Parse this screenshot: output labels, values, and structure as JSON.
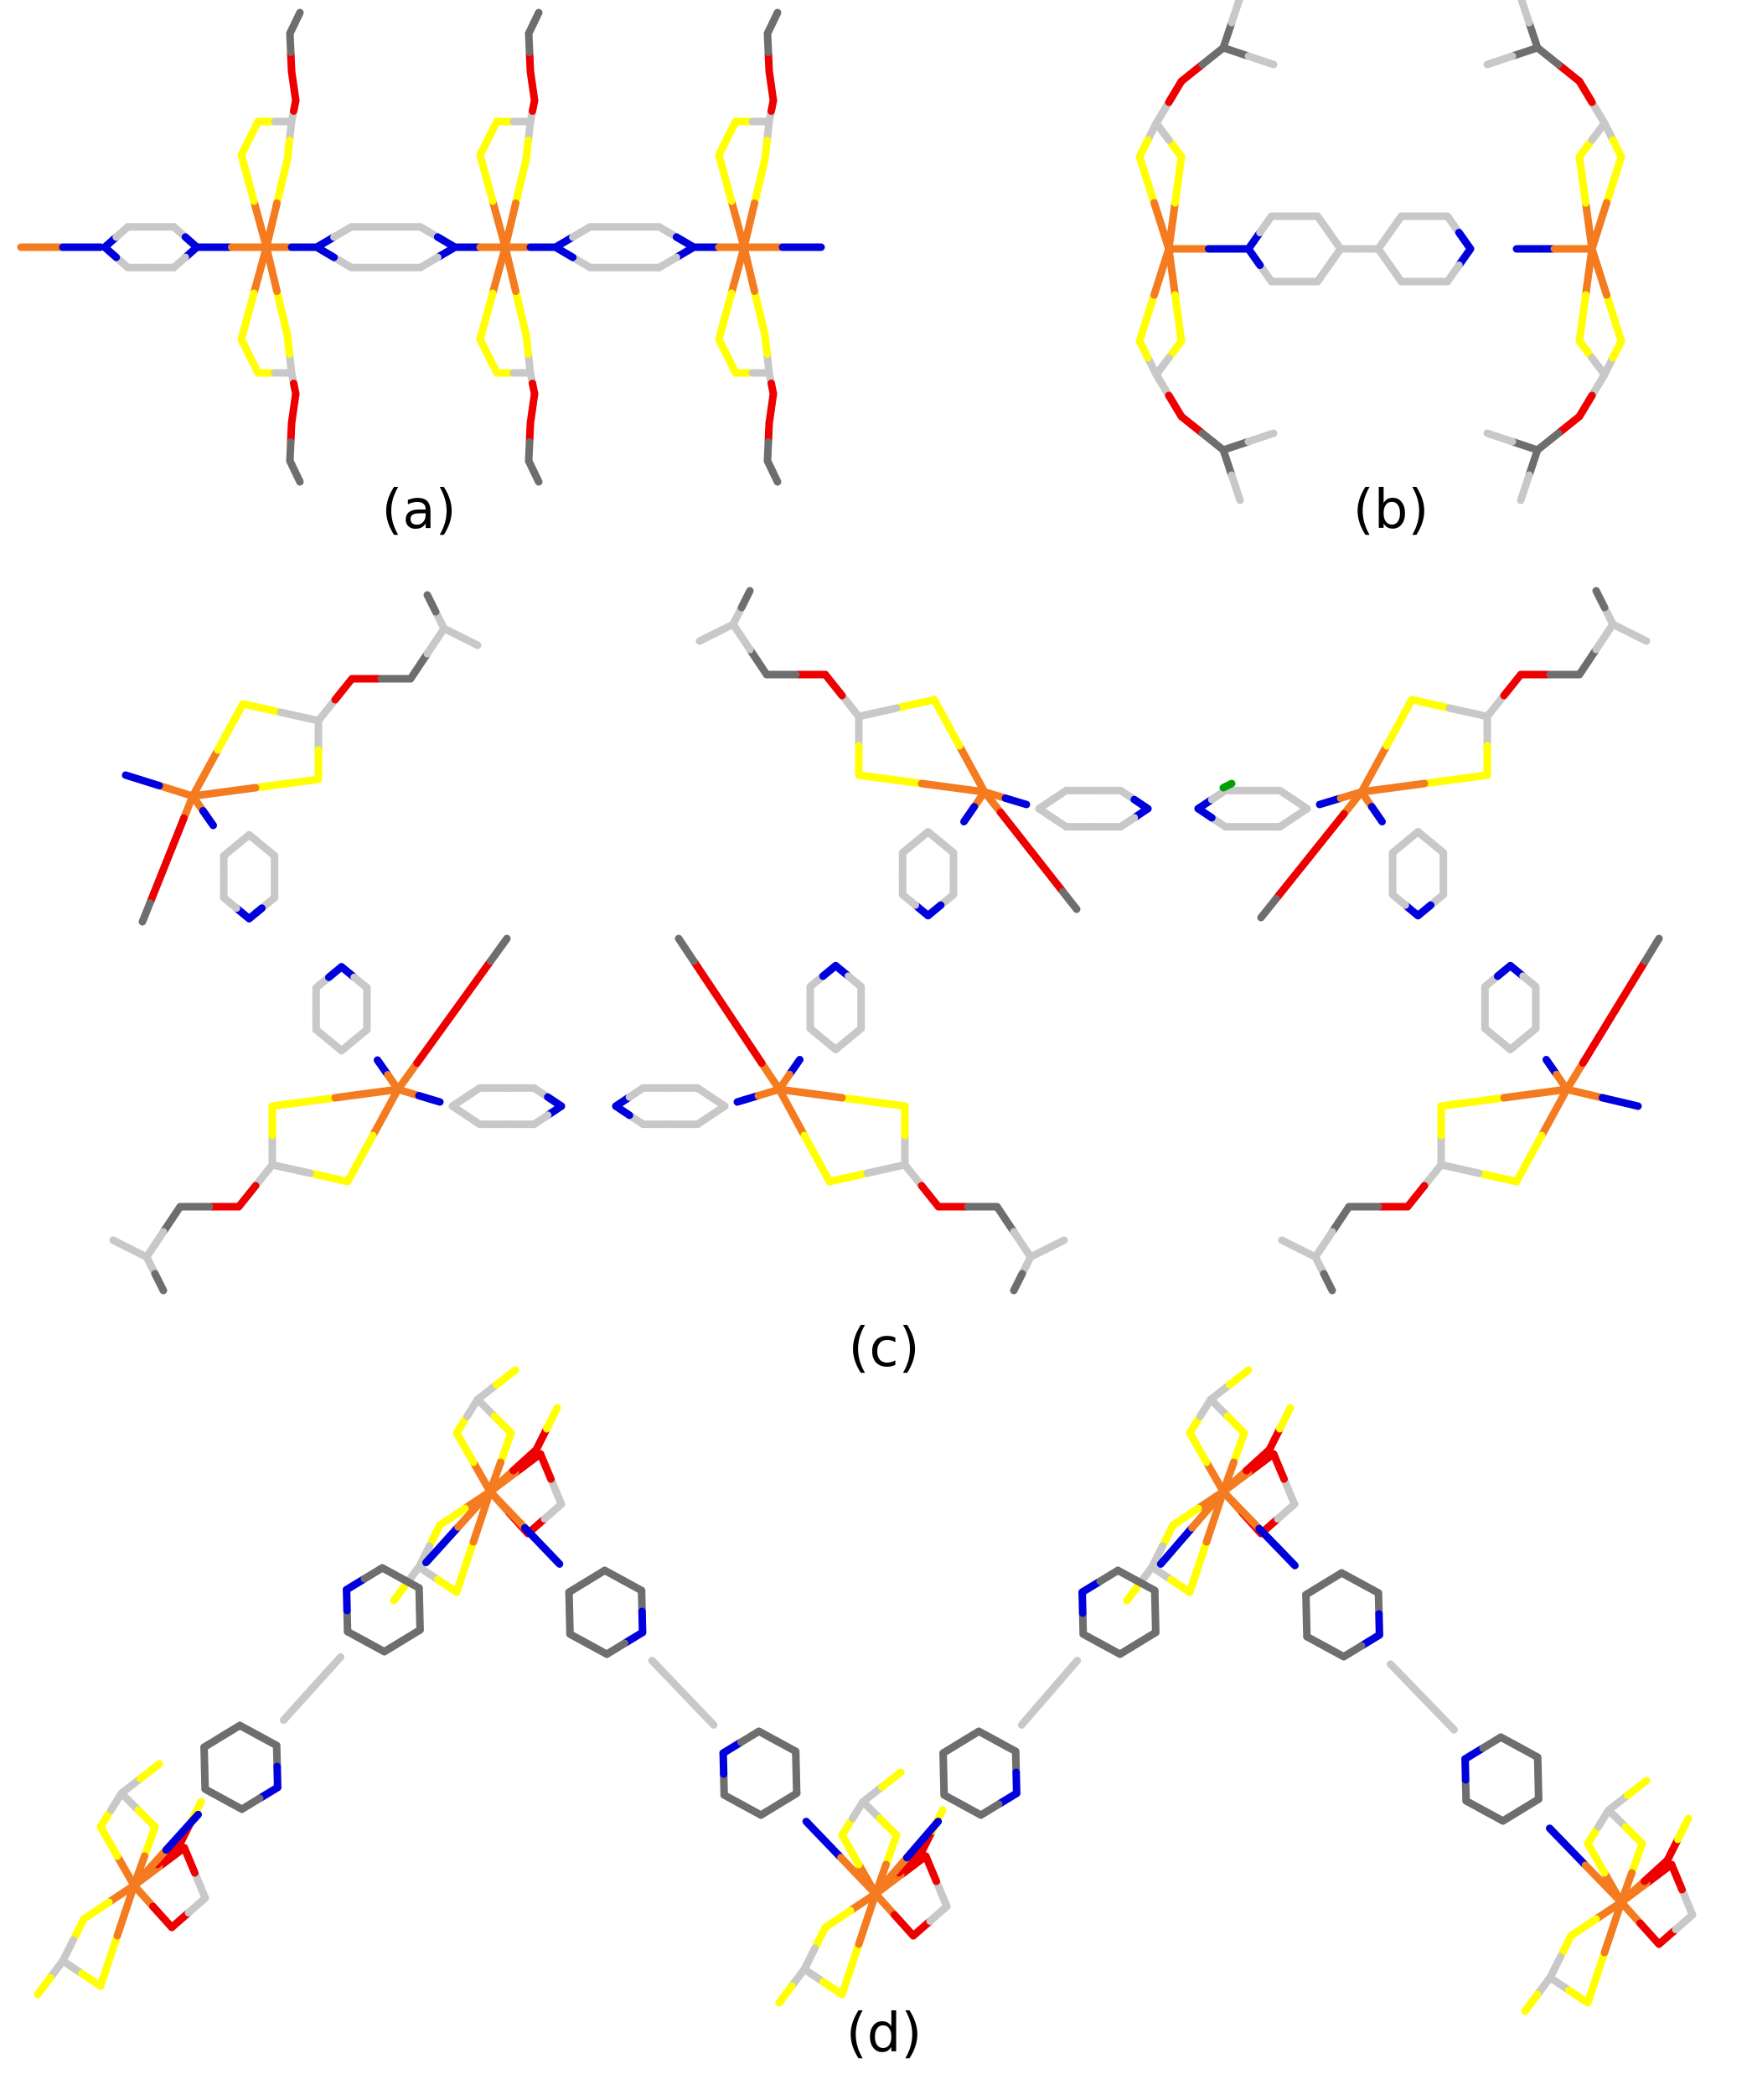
{
  "figure": {
    "panels": [
      {
        "id": "a",
        "label": "(a)"
      },
      {
        "id": "b",
        "label": "(b)"
      },
      {
        "id": "c",
        "label": "(c)"
      },
      {
        "id": "d",
        "label": "(d)"
      }
    ],
    "colors": {
      "metal": "#f47b20",
      "sulfur": "#ffff00",
      "oxygen": "#ee0000",
      "nitrogen": "#0000dd",
      "carbon_light": "#c8c8c8",
      "carbon_dark": "#6e6e6e",
      "chlorine": "#00a000",
      "label": "#000000"
    }
  }
}
